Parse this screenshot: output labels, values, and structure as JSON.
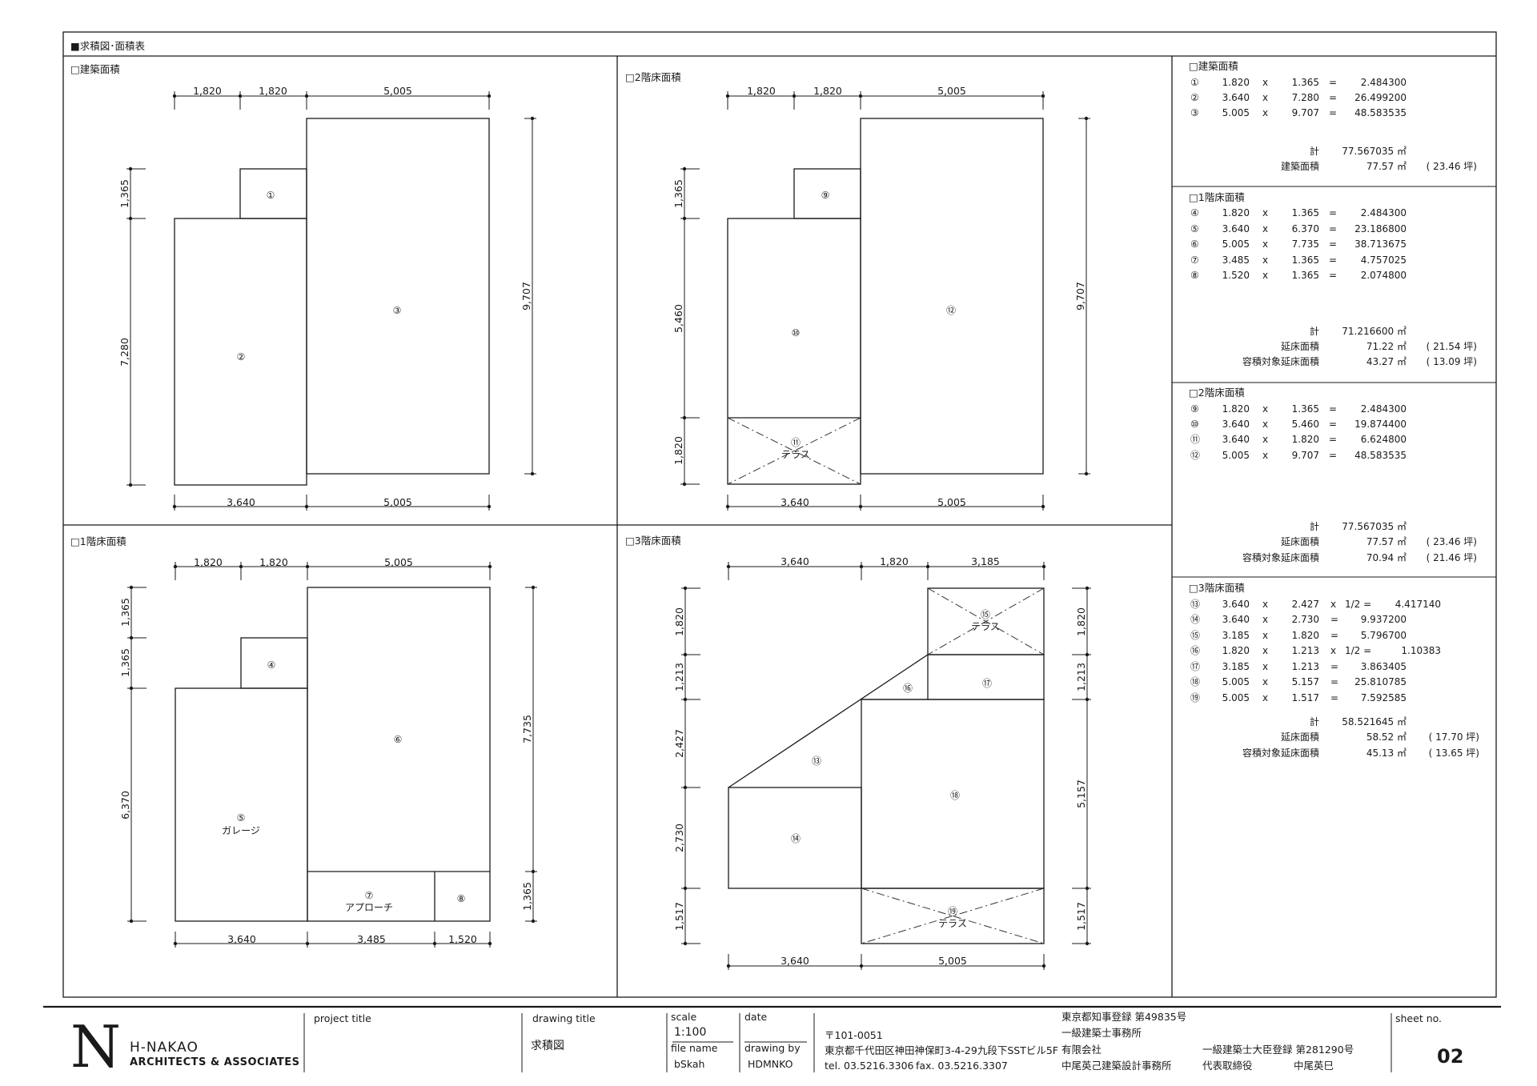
{
  "sheet_header": "■求積図･面積表",
  "panels": {
    "building": {
      "title": "□建築面積",
      "top_dims": [
        "1,820",
        "1,820",
        "5,005"
      ],
      "bottom_dims": [
        "3,640",
        "5,005"
      ],
      "left_dims": [
        "1,365",
        "7,280"
      ],
      "right_dims": [
        "9,707"
      ],
      "marks": [
        "①",
        "②",
        "③"
      ]
    },
    "floor2": {
      "title": "□2階床面積",
      "top_dims": [
        "1,820",
        "1,820",
        "5,005"
      ],
      "bottom_dims": [
        "3,640",
        "5,005"
      ],
      "left_dims": [
        "1,365",
        "5,460",
        "1,820"
      ],
      "right_dims": [
        "9,707"
      ],
      "marks": [
        "⑨",
        "⑩",
        "⑪",
        "⑫"
      ],
      "terrace": "テラス"
    },
    "floor1": {
      "title": "□1階床面積",
      "top_dims": [
        "1,820",
        "1,820",
        "5,005"
      ],
      "bottom_dims": [
        "3,640",
        "3,485",
        "1,520"
      ],
      "left_dims": [
        "1,365",
        "1,365",
        "6,370"
      ],
      "right_dims": [
        "7,735",
        "1,365"
      ],
      "marks": [
        "④",
        "⑤",
        "⑥",
        "⑦",
        "⑧"
      ],
      "garage": "ガレージ",
      "approach": "アプローチ"
    },
    "floor3": {
      "title": "□3階床面積",
      "top_dims": [
        "3,640",
        "1,820",
        "3,185"
      ],
      "bottom_dims": [
        "3,640",
        "5,005"
      ],
      "left_dims": [
        "1,820",
        "1,213",
        "2,427",
        "2,730",
        "1,517"
      ],
      "right_dims": [
        "1,820",
        "1,213",
        "5,157",
        "1,517"
      ],
      "marks": [
        "⑬",
        "⑭",
        "⑮",
        "⑯",
        "⑰",
        "⑱",
        "⑲"
      ],
      "terrace": "テラス"
    }
  },
  "tables": {
    "building": {
      "title": "□建築面積",
      "rows": [
        {
          "n": "①",
          "a": "1.820",
          "b": "1.365",
          "r": "2.484300"
        },
        {
          "n": "②",
          "a": "3.640",
          "b": "7.280",
          "r": "26.499200"
        },
        {
          "n": "③",
          "a": "5.005",
          "b": "9.707",
          "r": "48.583535"
        }
      ],
      "total_label": "計",
      "total": "77.567035 ㎡",
      "s1_label": "建築面積",
      "s1": "77.57 ㎡",
      "s1_tsubo": "( 23.46 坪)"
    },
    "floor1": {
      "title": "□1階床面積",
      "rows": [
        {
          "n": "④",
          "a": "1.820",
          "b": "1.365",
          "r": "2.484300"
        },
        {
          "n": "⑤",
          "a": "3.640",
          "b": "6.370",
          "r": "23.186800"
        },
        {
          "n": "⑥",
          "a": "5.005",
          "b": "7.735",
          "r": "38.713675"
        },
        {
          "n": "⑦",
          "a": "3.485",
          "b": "1.365",
          "r": "4.757025"
        },
        {
          "n": "⑧",
          "a": "1.520",
          "b": "1.365",
          "r": "2.074800"
        }
      ],
      "total_label": "計",
      "total": "71.216600 ㎡",
      "s1_label": "延床面積",
      "s1": "71.22 ㎡",
      "s1_tsubo": "( 21.54 坪)",
      "s2_label": "容積対象延床面積",
      "s2": "43.27 ㎡",
      "s2_tsubo": "( 13.09 坪)"
    },
    "floor2": {
      "title": "□2階床面積",
      "rows": [
        {
          "n": "⑨",
          "a": "1.820",
          "b": "1.365",
          "r": "2.484300"
        },
        {
          "n": "⑩",
          "a": "3.640",
          "b": "5.460",
          "r": "19.874400"
        },
        {
          "n": "⑪",
          "a": "3.640",
          "b": "1.820",
          "r": "6.624800"
        },
        {
          "n": "⑫",
          "a": "5.005",
          "b": "9.707",
          "r": "48.583535"
        }
      ],
      "total_label": "計",
      "total": "77.567035 ㎡",
      "s1_label": "延床面積",
      "s1": "77.57 ㎡",
      "s1_tsubo": "( 23.46 坪)",
      "s2_label": "容積対象延床面積",
      "s2": "70.94 ㎡",
      "s2_tsubo": "( 21.46 坪)"
    },
    "floor3": {
      "title": "□3階床面積",
      "rows": [
        {
          "n": "⑬",
          "a": "3.640",
          "b": "2.427",
          "h": "1/2 =",
          "r": "4.417140"
        },
        {
          "n": "⑭",
          "a": "3.640",
          "b": "2.730",
          "r": "9.937200"
        },
        {
          "n": "⑮",
          "a": "3.185",
          "b": "1.820",
          "r": "5.796700"
        },
        {
          "n": "⑯",
          "a": "1.820",
          "b": "1.213",
          "h": "1/2 =",
          "r": "1.10383"
        },
        {
          "n": "⑰",
          "a": "3.185",
          "b": "1.213",
          "r": "3.863405"
        },
        {
          "n": "⑱",
          "a": "5.005",
          "b": "5.157",
          "r": "25.810785"
        },
        {
          "n": "⑲",
          "a": "5.005",
          "b": "1.517",
          "r": "7.592585"
        }
      ],
      "total_label": "計",
      "total": "58.521645 ㎡",
      "s1_label": "延床面積",
      "s1": "58.52 ㎡",
      "s1_tsubo": "( 17.70 坪)",
      "s2_label": "容積対象延床面積",
      "s2": "45.13 ㎡",
      "s2_tsubo": "( 13.65 坪)"
    }
  },
  "title_block": {
    "logo_letter": "N",
    "logo_line1": "H-NAKAO",
    "logo_line2": "ARCHITECTS & ASSOCIATES",
    "project_title_label": "project title",
    "drawing_title_label": "drawing title",
    "drawing_title": "求積図",
    "scale_label": "scale",
    "scale": "1:100",
    "date_label": "date",
    "file_name_label": "file name",
    "file_name": "bSkah",
    "drawing_by_label": "drawing by",
    "drawing_by": "HDMNKO",
    "postal": "〒101-0051",
    "address": "東京都千代田区神田神保町3-4-29九段下SSTビル5F",
    "tel": "tel. 03.5216.3306",
    "fax": "fax. 03.5216.3307",
    "reg1": "東京都知事登録 第49835号",
    "reg2": "一級建築士事務所",
    "reg3": "有限会社",
    "reg4": "中尾英己建築設計事務所",
    "reg5": "一級建築士大臣登録 第281290号",
    "reg6": "代表取締役",
    "reg7": "中尾英巳",
    "sheet_no_label": "sheet no.",
    "sheet_no": "02"
  }
}
